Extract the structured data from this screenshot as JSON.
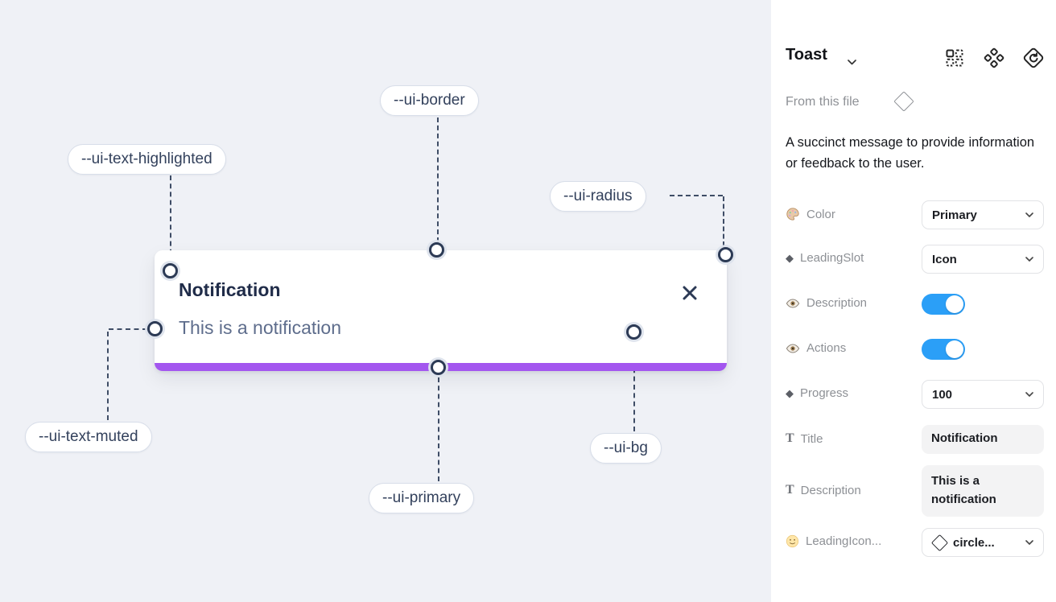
{
  "canvas": {
    "toast": {
      "title": "Notification",
      "description": "This is a notification"
    },
    "annotations": [
      {
        "label": "--ui-border"
      },
      {
        "label": "--ui-text-highlighted"
      },
      {
        "label": "--ui-radius"
      },
      {
        "label": "--ui-text-muted"
      },
      {
        "label": "--ui-primary"
      },
      {
        "label": "--ui-bg"
      }
    ],
    "colors": {
      "canvas_bg": "#eff1f6",
      "progress_bar": "#a356ef",
      "toast_title": "#202c49",
      "toast_muted_text": "#5e6d8c"
    }
  },
  "panel": {
    "header": {
      "title": "Toast",
      "icons": [
        "swap-instance-icon",
        "component-icon",
        "diamond-arrow-icon"
      ]
    },
    "source": {
      "label": "From this file",
      "icon": "diamond-outline-icon"
    },
    "description": "A succinct message to provide information or feedback to the user.",
    "properties": [
      {
        "icon": "palette-icon",
        "label": "Color",
        "control": "select",
        "value": "Primary"
      },
      {
        "icon": "diamond-icon",
        "label": "LeadingSlot",
        "control": "select",
        "value": "Icon"
      },
      {
        "icon": "eye-icon",
        "label": "Description",
        "control": "toggle",
        "value": "On"
      },
      {
        "icon": "eye-icon",
        "label": "Actions",
        "control": "toggle",
        "value": "On"
      },
      {
        "icon": "diamond-icon",
        "label": "Progress",
        "control": "select",
        "value": "100"
      },
      {
        "icon": "text-icon",
        "label": "Title",
        "control": "input",
        "value": "Notification"
      },
      {
        "icon": "text-icon",
        "label": "Description",
        "control": "input",
        "value": "This is a notification"
      },
      {
        "icon": "smiley-icon",
        "label": "LeadingIcon...",
        "control": "select",
        "value": "circle..."
      }
    ],
    "colors": {
      "toggle_on": "#2b9ff7"
    }
  }
}
